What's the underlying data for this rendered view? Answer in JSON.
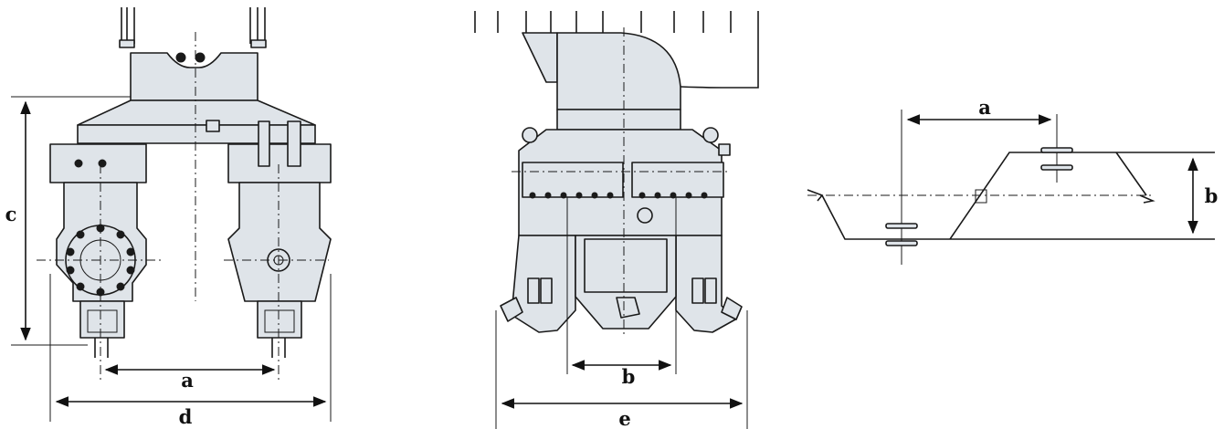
{
  "figures": [
    {
      "id": "side-view",
      "dimensions": {
        "a": "a",
        "c": "c",
        "d": "d"
      }
    },
    {
      "id": "front-view",
      "dimensions": {
        "b": "b",
        "e": "e"
      }
    },
    {
      "id": "schematic",
      "dimensions": {
        "a": "a",
        "b": "b"
      }
    }
  ],
  "colors": {
    "part_fill": "#dfe4e9",
    "line": "#1a1a1a"
  }
}
